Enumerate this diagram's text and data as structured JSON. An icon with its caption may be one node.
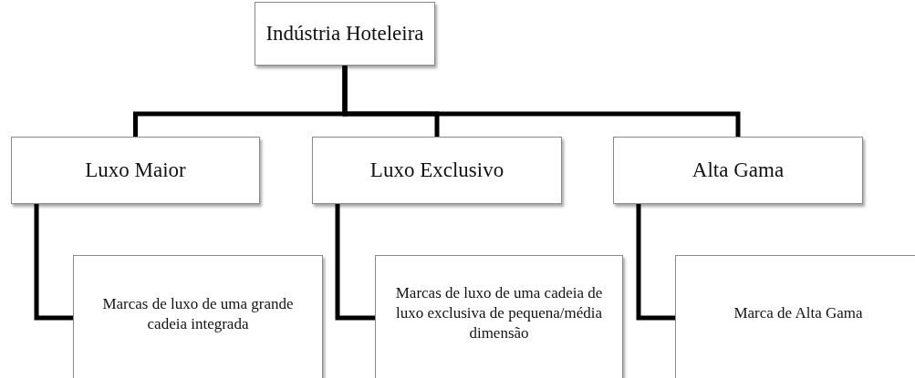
{
  "diagram": {
    "nodes": [
      {
        "text": [
          "Indústria Hoteleira"
        ]
      },
      {
        "text": [
          "Luxo Maior"
        ]
      },
      {
        "text": [
          "Luxo Exclusivo"
        ]
      },
      {
        "text": [
          "Alta Gama"
        ]
      },
      {
        "text": [
          "Marcas de luxo de uma grande cadeia integrada"
        ]
      },
      {
        "text": [
          "Marcas de luxo de uma cadeia de luxo exclusiva de pequena/média dimensão"
        ]
      },
      {
        "text": [
          "Marca de Alta Gama"
        ]
      }
    ],
    "edges": [
      {
        "from": 0,
        "to": 1,
        "arrow": "none"
      },
      {
        "from": 0,
        "to": 2,
        "arrow": "none"
      },
      {
        "from": 0,
        "to": 3,
        "arrow": "none"
      },
      {
        "from": 1,
        "to": 4,
        "arrow": "none"
      },
      {
        "from": 2,
        "to": 5,
        "arrow": "none"
      },
      {
        "from": 3,
        "to": 6,
        "arrow": "none"
      }
    ]
  }
}
